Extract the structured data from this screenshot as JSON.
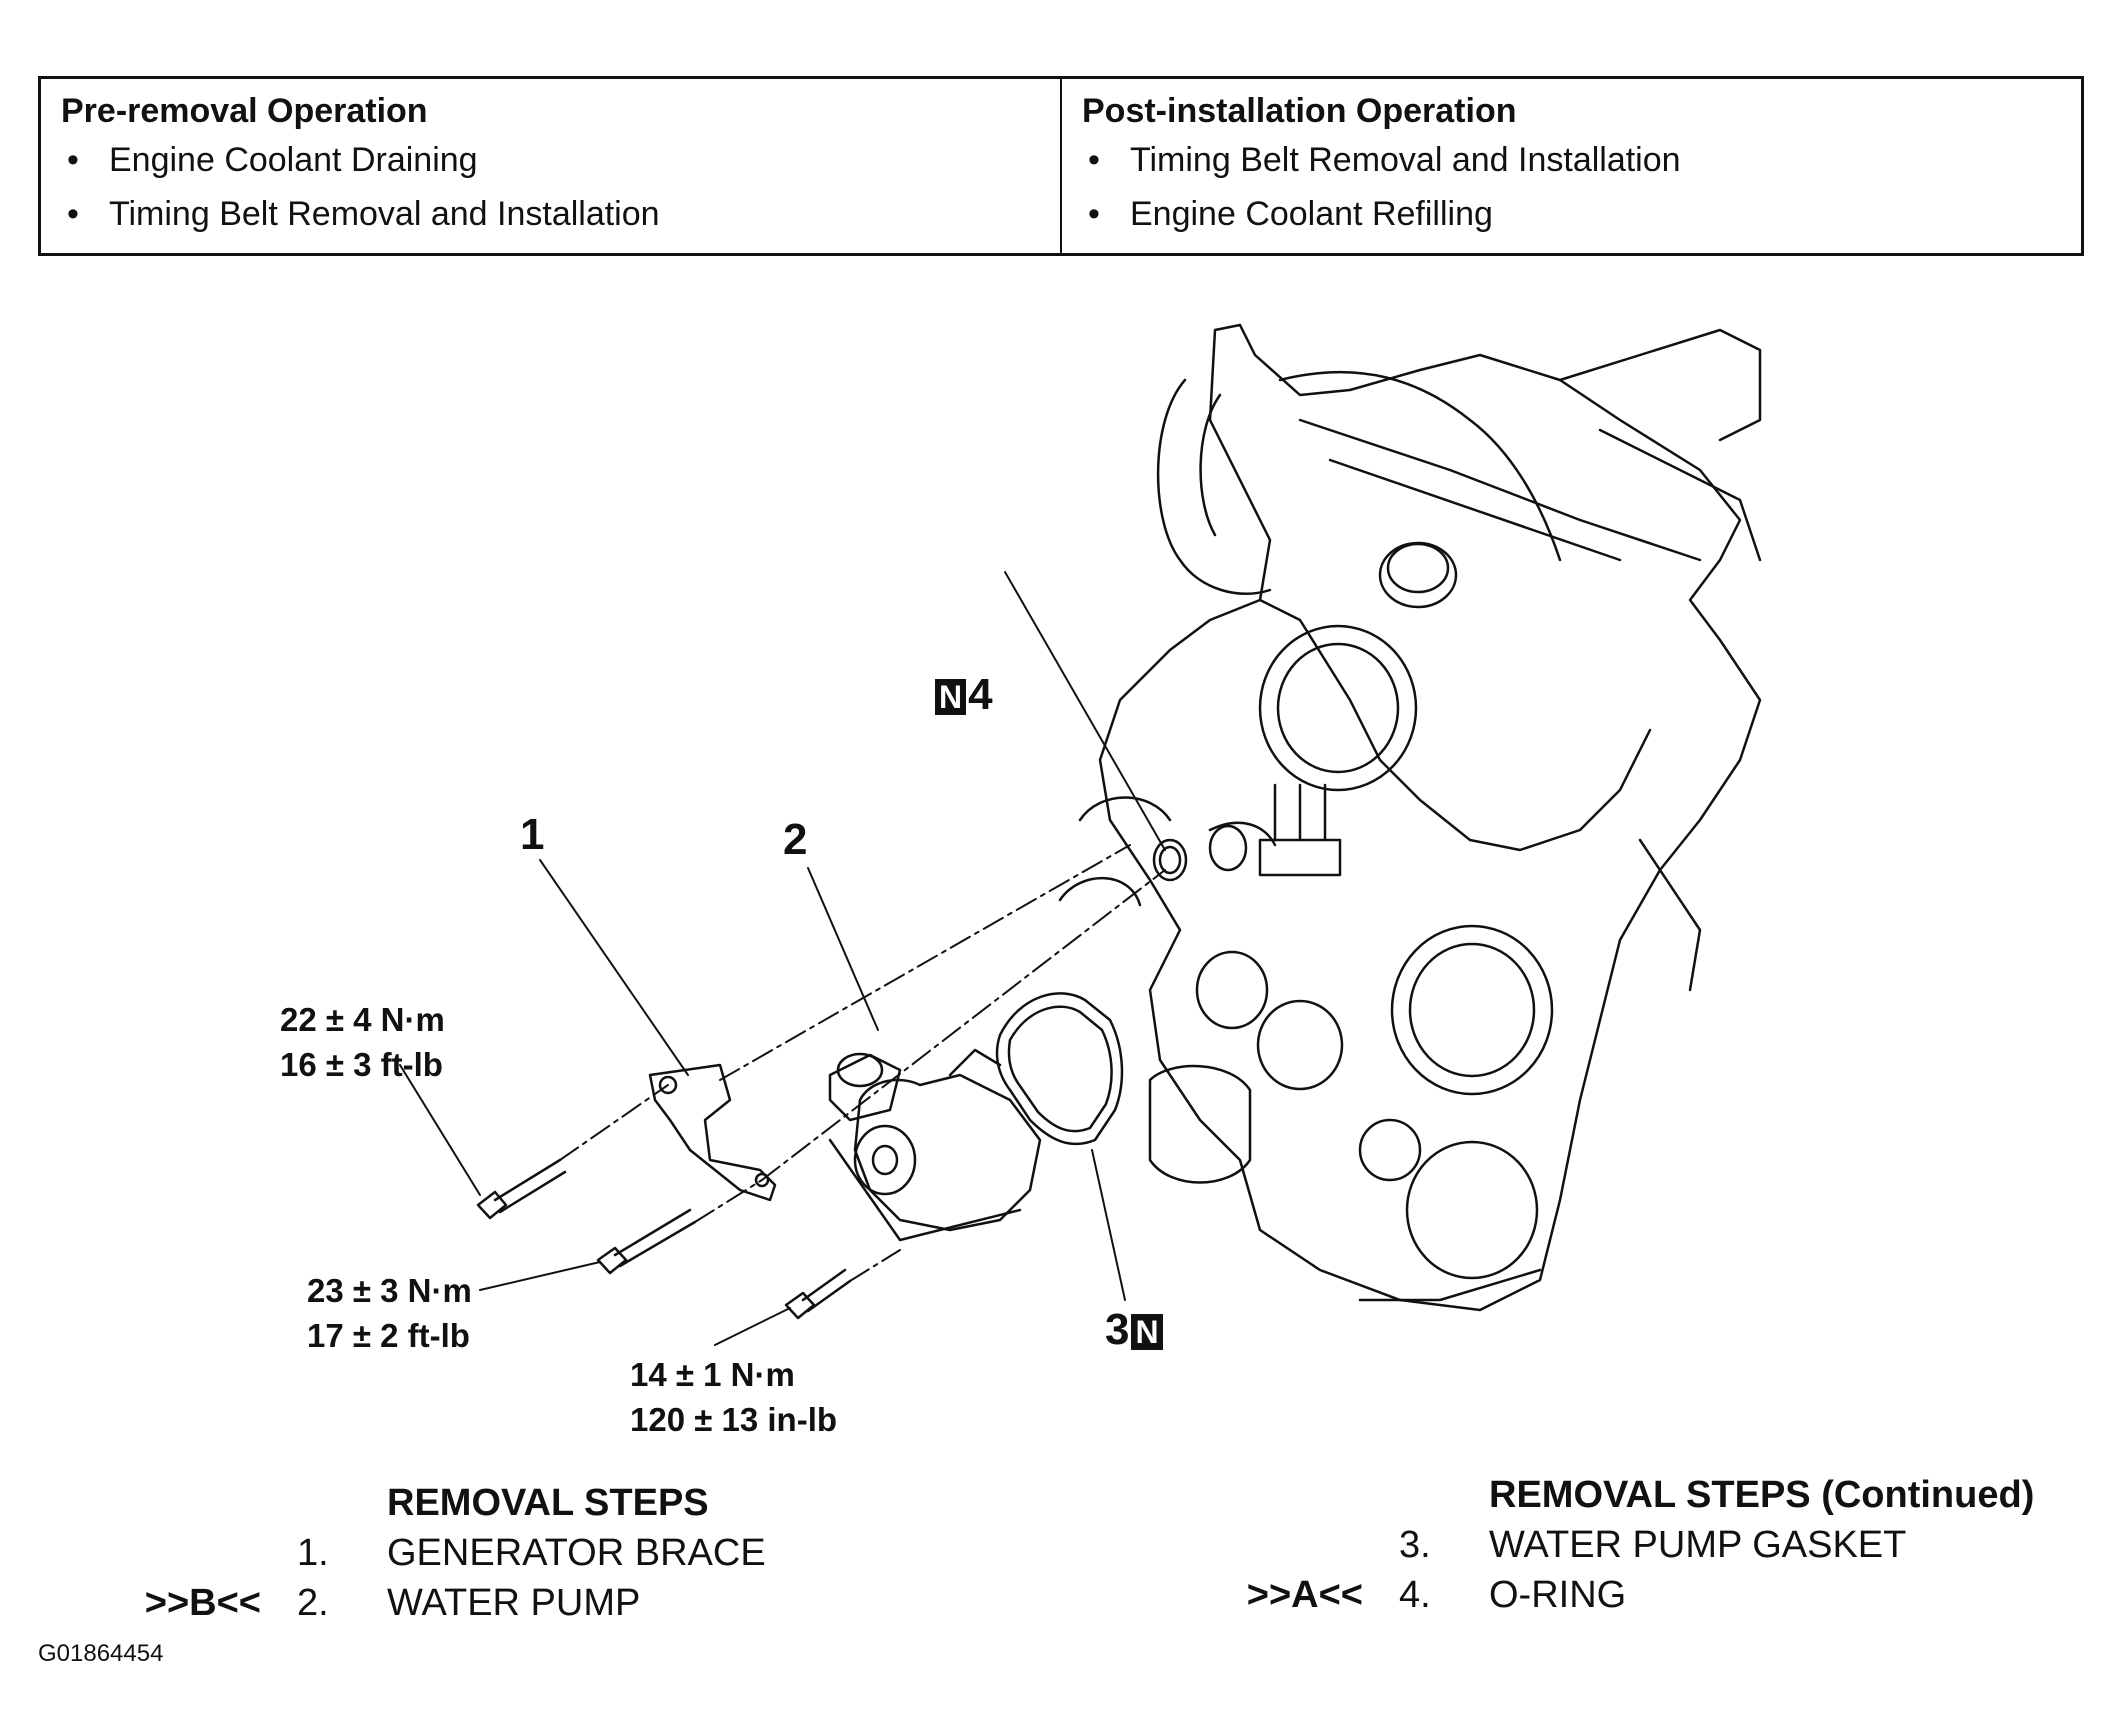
{
  "pre_removal": {
    "heading": "Pre-removal Operation",
    "items": [
      "Engine Coolant Draining",
      "Timing Belt Removal and Installation"
    ]
  },
  "post_installation": {
    "heading": "Post-installation Operation",
    "items": [
      "Timing Belt Removal and Installation",
      "Engine Coolant Refilling"
    ]
  },
  "callouts": {
    "c1": "1",
    "c2": "2",
    "c3": "3",
    "c4": "4",
    "n_badge": "N"
  },
  "torques": {
    "t1_nm": "22 ± 4 N·m",
    "t1_ft": "16 ± 3 ft-lb",
    "t2_nm": "23 ± 3 N·m",
    "t2_ft": "17 ± 2 ft-lb",
    "t3_nm": "14 ± 1 N·m",
    "t3_in": "120 ± 13 in-lb"
  },
  "removal_steps": {
    "title": "REMOVAL STEPS",
    "steps": [
      {
        "mark": "",
        "num": "1.",
        "label": "GENERATOR BRACE"
      },
      {
        "mark": ">>B<<",
        "num": "2.",
        "label": "WATER PUMP"
      }
    ]
  },
  "removal_steps_continued": {
    "title": "REMOVAL STEPS  (Continued)",
    "steps": [
      {
        "mark": "",
        "num": "3.",
        "label": "WATER PUMP GASKET"
      },
      {
        "mark": ">>A<<",
        "num": "4.",
        "label": "O-RING"
      }
    ]
  },
  "figure_id": "G01864454",
  "colors": {
    "ink": "#111111",
    "paper": "#ffffff"
  }
}
